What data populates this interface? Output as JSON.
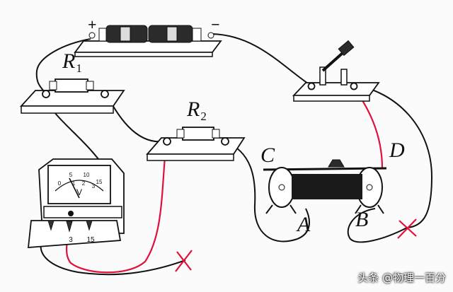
{
  "labels": {
    "r1_main": "R",
    "r1_sub": "1",
    "r2_main": "R",
    "r2_sub": "2",
    "c": "C",
    "d": "D",
    "a": "A",
    "b": "B",
    "battery_positive": "+",
    "battery_negative": "−"
  },
  "voltmeter": {
    "scale_top": [
      "0",
      "5",
      "10",
      "15"
    ],
    "scale_bottom": [
      "1",
      "2",
      "3"
    ],
    "unit": "V",
    "terminals": [
      "3",
      "15"
    ]
  },
  "watermark": "头条 @物理一百分",
  "colors": {
    "wire_black": "#111111",
    "wire_red": "#e0103a",
    "base_fill": "#ffffff",
    "coil": "#1a1a1a"
  }
}
